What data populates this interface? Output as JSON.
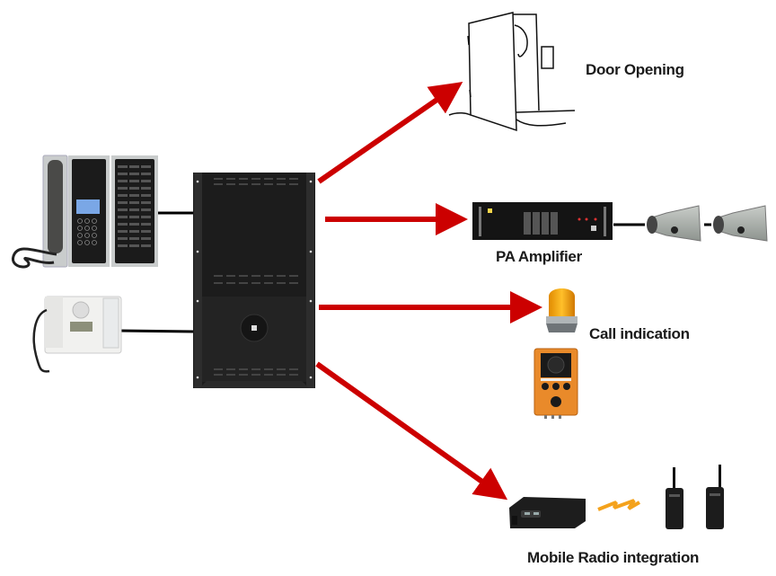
{
  "diagram": {
    "title": "Intercom system integration overview",
    "colors": {
      "arrow": "#cc0000",
      "connector": "#000000",
      "cabinet": "#1c1c1c",
      "text": "#1a1a1a"
    },
    "sources": [
      {
        "id": "master-station-panel",
        "name": "Desk master station with key panel"
      },
      {
        "id": "desk-intercom",
        "name": "White desk intercom station"
      }
    ],
    "hub": {
      "name": "Intercom exchange cabinet"
    },
    "outputs": [
      {
        "id": "door",
        "label": "Door Opening"
      },
      {
        "id": "pa",
        "label": "PA Amplifier"
      },
      {
        "id": "call",
        "label": "Call indication"
      },
      {
        "id": "radio",
        "label": "Mobile Radio integration"
      }
    ]
  }
}
